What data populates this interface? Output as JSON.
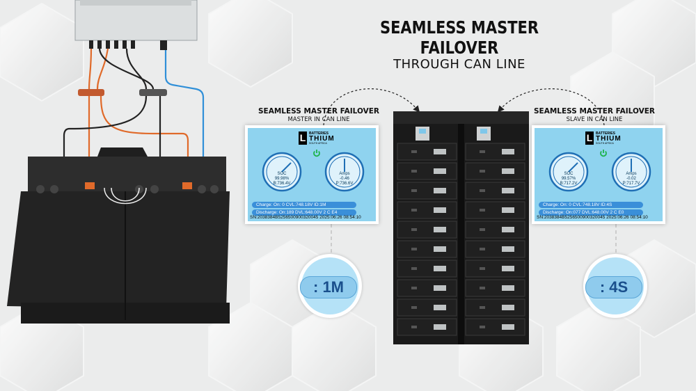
{
  "title": {
    "line1": "SEAMLESS MASTER FAILOVER",
    "line2": "THROUGH CAN LINE"
  },
  "master": {
    "caption_title": "SEAMLESS MASTER FAILOVER",
    "caption_sub": "MASTER IN CAN LINE",
    "logo": {
      "box": "L",
      "top": "BATTERIES",
      "name": "THIUM",
      "sub": "SOUTH AFRICA"
    },
    "soc": {
      "label": "SOC",
      "value": "99.98%",
      "b": "B:736.4V"
    },
    "amps": {
      "label": "Amps",
      "value": "-0.46",
      "p": "P:736.6V"
    },
    "charge": "Charge:   On: 0 CVL:748.18V ID:1M",
    "discharge": "Discharge:  On:189 DVL:648.00V 2 C E4",
    "sn": "SN:2038384B5256500900320045  2025:06:26 08:54:10",
    "bubble": ": 1M"
  },
  "slave": {
    "caption_title": "SEAMLESS MASTER FAILOVER",
    "caption_sub": "SLAVE IN CAN LINE",
    "logo": {
      "box": "L",
      "top": "BATTERIES",
      "name": "THIUM",
      "sub": "SOUTH AFRICA"
    },
    "soc": {
      "label": "SOC",
      "value": "99.57%",
      "b": "B:717.2V"
    },
    "amps": {
      "label": "Amps",
      "value": "-0.02",
      "p": "P:717.7V"
    },
    "charge": "Charge:   On: 0 CVL:748.18V ID:4S",
    "discharge": "Discharge:  On:077 DVL:648.00V 2 C E0",
    "sn": "SN:2038384B5256500900320045  2025:06:26 08:54:10",
    "bubble": ": 4S"
  },
  "colors": {
    "screen_bg": "#8fd3ef",
    "bar": "#3a8fd9",
    "pill": "#8fcbed",
    "pill_text": "#1a4f8c",
    "cable_orange": "#e06a2a",
    "cable_blue": "#2f8fd8",
    "power_green": "#1db34a"
  },
  "icons": [
    "power-icon",
    "gauge-icon",
    "arrow-icon",
    "battery-module-icon"
  ]
}
